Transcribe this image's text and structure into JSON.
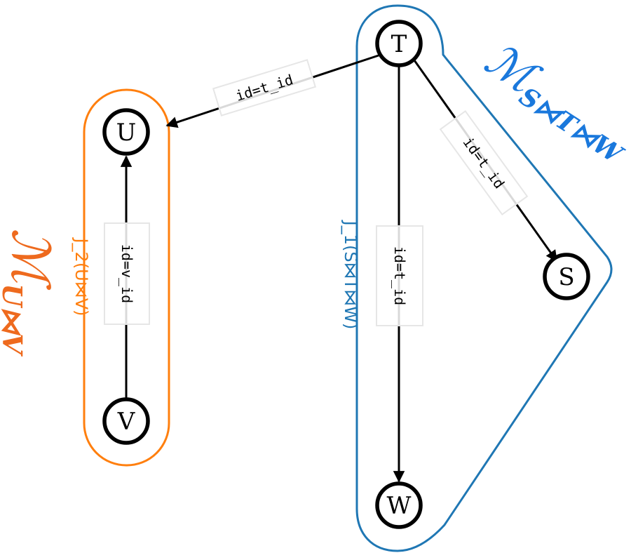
{
  "nodes": {
    "T": "T",
    "U": "U",
    "V": "V",
    "S": "S",
    "W": "W"
  },
  "edges": {
    "t_to_u": "id=t_id",
    "v_to_u": "id=v_id",
    "t_to_s": "id=t_id",
    "t_to_w": "id=t_id"
  },
  "clusters": {
    "uv": {
      "label": "J_2(U⋈V)",
      "math_main": "ℳ",
      "math_sub": "U⋈V",
      "color": "#ff7f0e",
      "math_color": "#ee6a1e"
    },
    "stw": {
      "label": "J_1(S⋈T⋈W)",
      "math_main": "ℳ",
      "math_sub": "S⋈T⋈W",
      "color": "#1f77b4",
      "math_color": "#1a78dc"
    }
  }
}
